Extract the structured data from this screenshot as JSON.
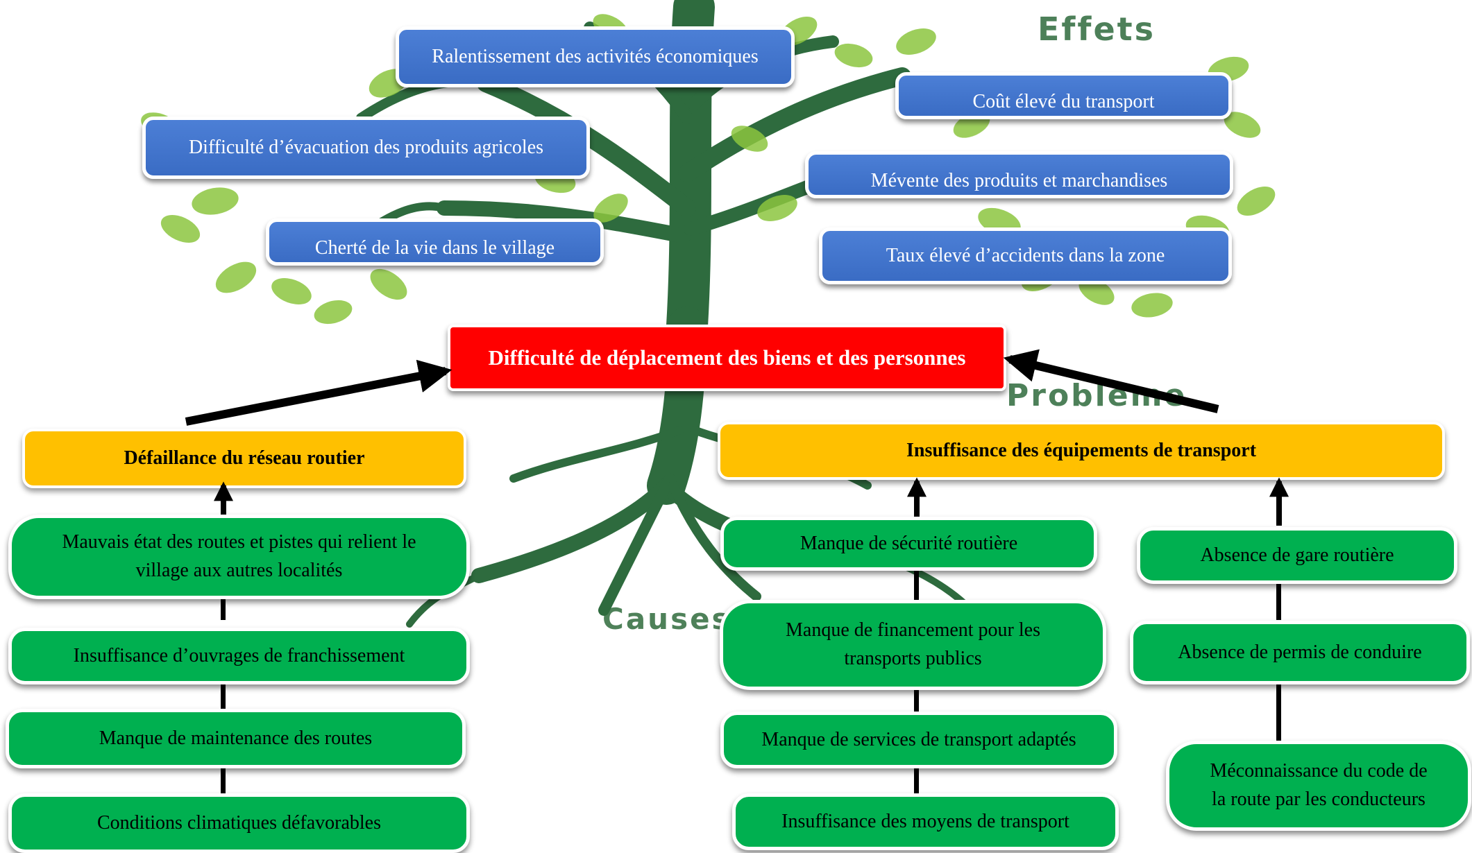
{
  "colors": {
    "effect": "#4472c4",
    "problem": "#ff0000",
    "category": "#ffc000",
    "cause": "#00b050",
    "tree_trunk": "#2e6b3e",
    "tree_leaf": "#8cc63f"
  },
  "labels": {
    "effects": "Effets",
    "problem": "Problème",
    "causes": "Causes"
  },
  "effects": [
    "Ralentissement des activités économiques",
    "Coût élevé du transport",
    "Difficulté d’évacuation des produits agricoles",
    "Mévente des produits et marchandises",
    "Cherté de la vie dans le village",
    "Taux élevé d’accidents dans la zone"
  ],
  "problem": "Difficulté de déplacement des biens et des personnes",
  "categories": {
    "left": "Défaillance du réseau routier",
    "right": "Insuffisance des équipements de transport"
  },
  "causes_left": [
    "Mauvais état des routes et pistes qui relient le village aux autres localités",
    "Insuffisance d’ouvrages de franchissement",
    "Manque de maintenance des routes",
    "Conditions climatiques défavorables"
  ],
  "causes_middle": [
    "Manque de sécurité routière",
    "Manque de financement pour les transports publics",
    "Manque de services de transport adaptés",
    "Insuffisance des moyens de transport"
  ],
  "causes_right": [
    "Absence de gare routière",
    "Absence de permis de conduire",
    "Méconnaissance du code de la route par les conducteurs"
  ]
}
